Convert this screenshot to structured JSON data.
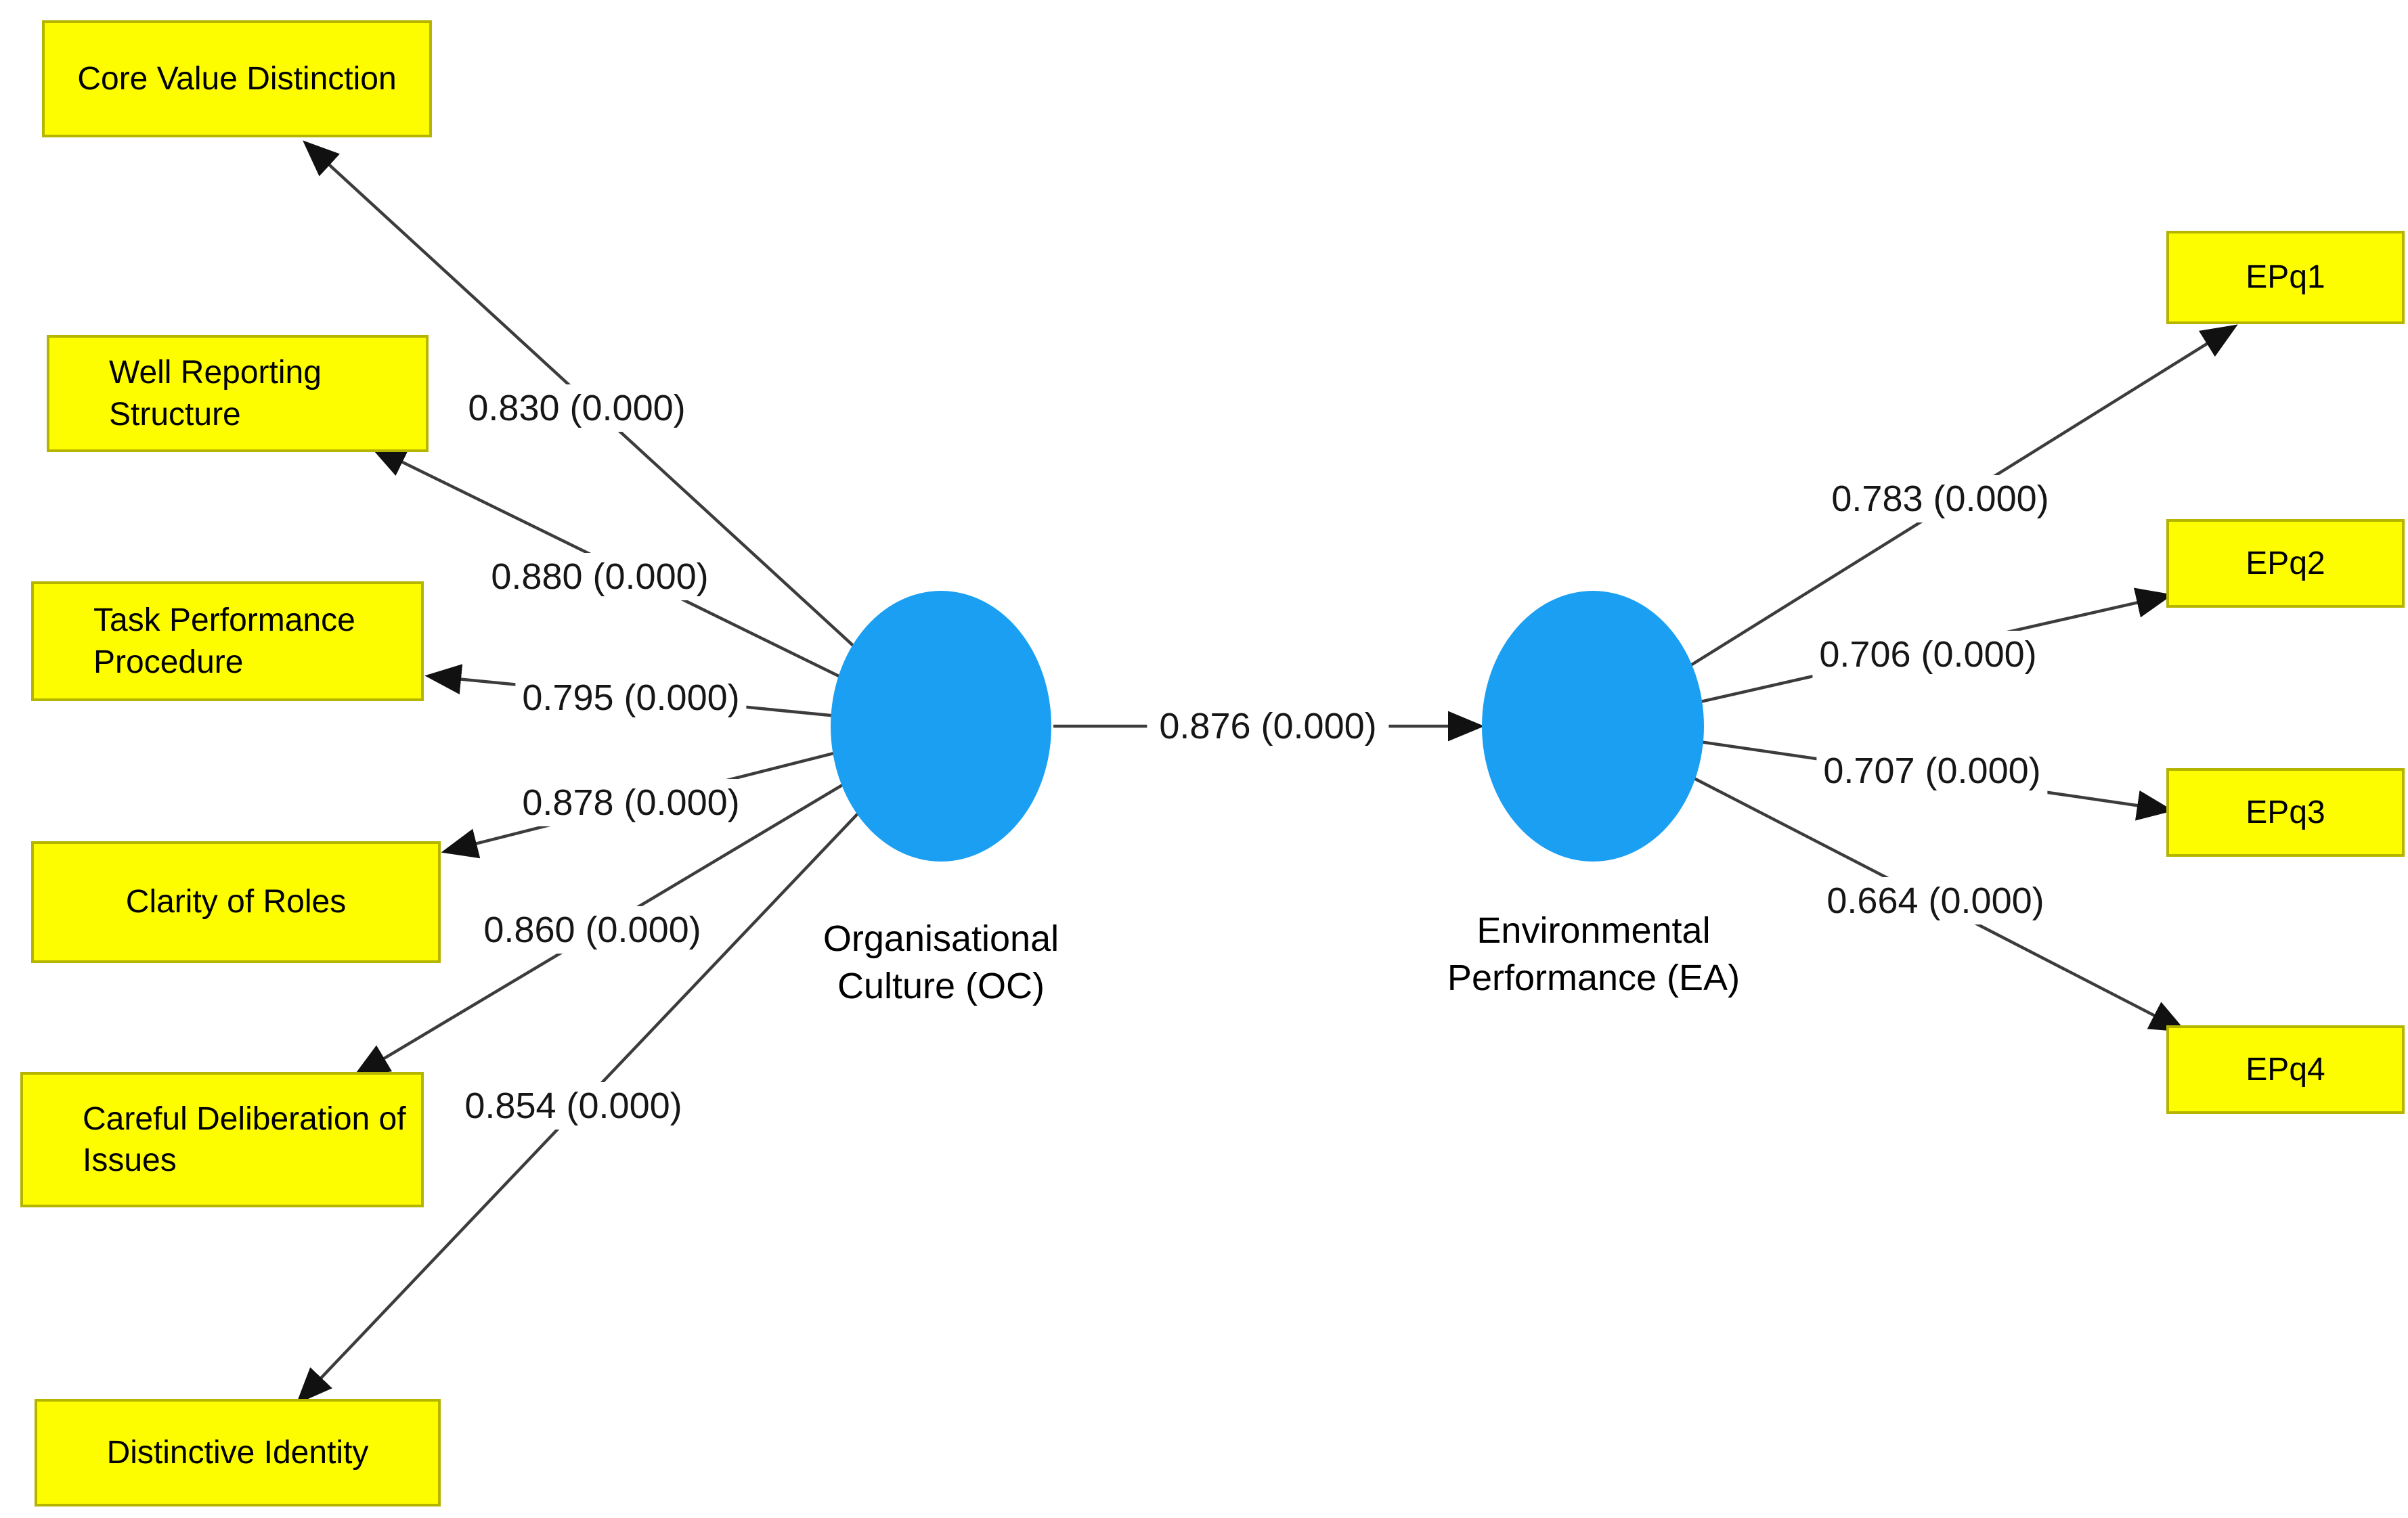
{
  "left_indicators": [
    {
      "label": "Core Value Distinction",
      "loading": "0.830 (0.000)"
    },
    {
      "label": "Well Reporting Structure",
      "loading": "0.880 (0.000)"
    },
    {
      "label": "Task Performance Procedure",
      "loading": "0.795 (0.000)"
    },
    {
      "label": "Clarity of Roles",
      "loading": "0.878 (0.000)"
    },
    {
      "label": "Careful Deliberation of Issues",
      "loading": "0.860 (0.000)"
    },
    {
      "label": "Distinctive Identity",
      "loading": "0.854 (0.000)"
    }
  ],
  "right_indicators": [
    {
      "label": "EPq1",
      "loading": "0.783 (0.000)"
    },
    {
      "label": "EPq2",
      "loading": "0.706 (0.000)"
    },
    {
      "label": "EPq3",
      "loading": "0.707 (0.000)"
    },
    {
      "label": "EPq4",
      "loading": "0.664 (0.000)"
    }
  ],
  "constructs": {
    "left": {
      "label": "Organisational\nCulture (OC)"
    },
    "right": {
      "label": "Environmental\nPerformance (EA)"
    }
  },
  "structural_path": {
    "coefficient": "0.876 (0.000)"
  },
  "colors": {
    "indicator_fill": "#fdfd00",
    "indicator_border": "#b5b500",
    "construct_fill": "#1a9ff2",
    "connector": "#3c3c3c",
    "text": "#000000"
  }
}
